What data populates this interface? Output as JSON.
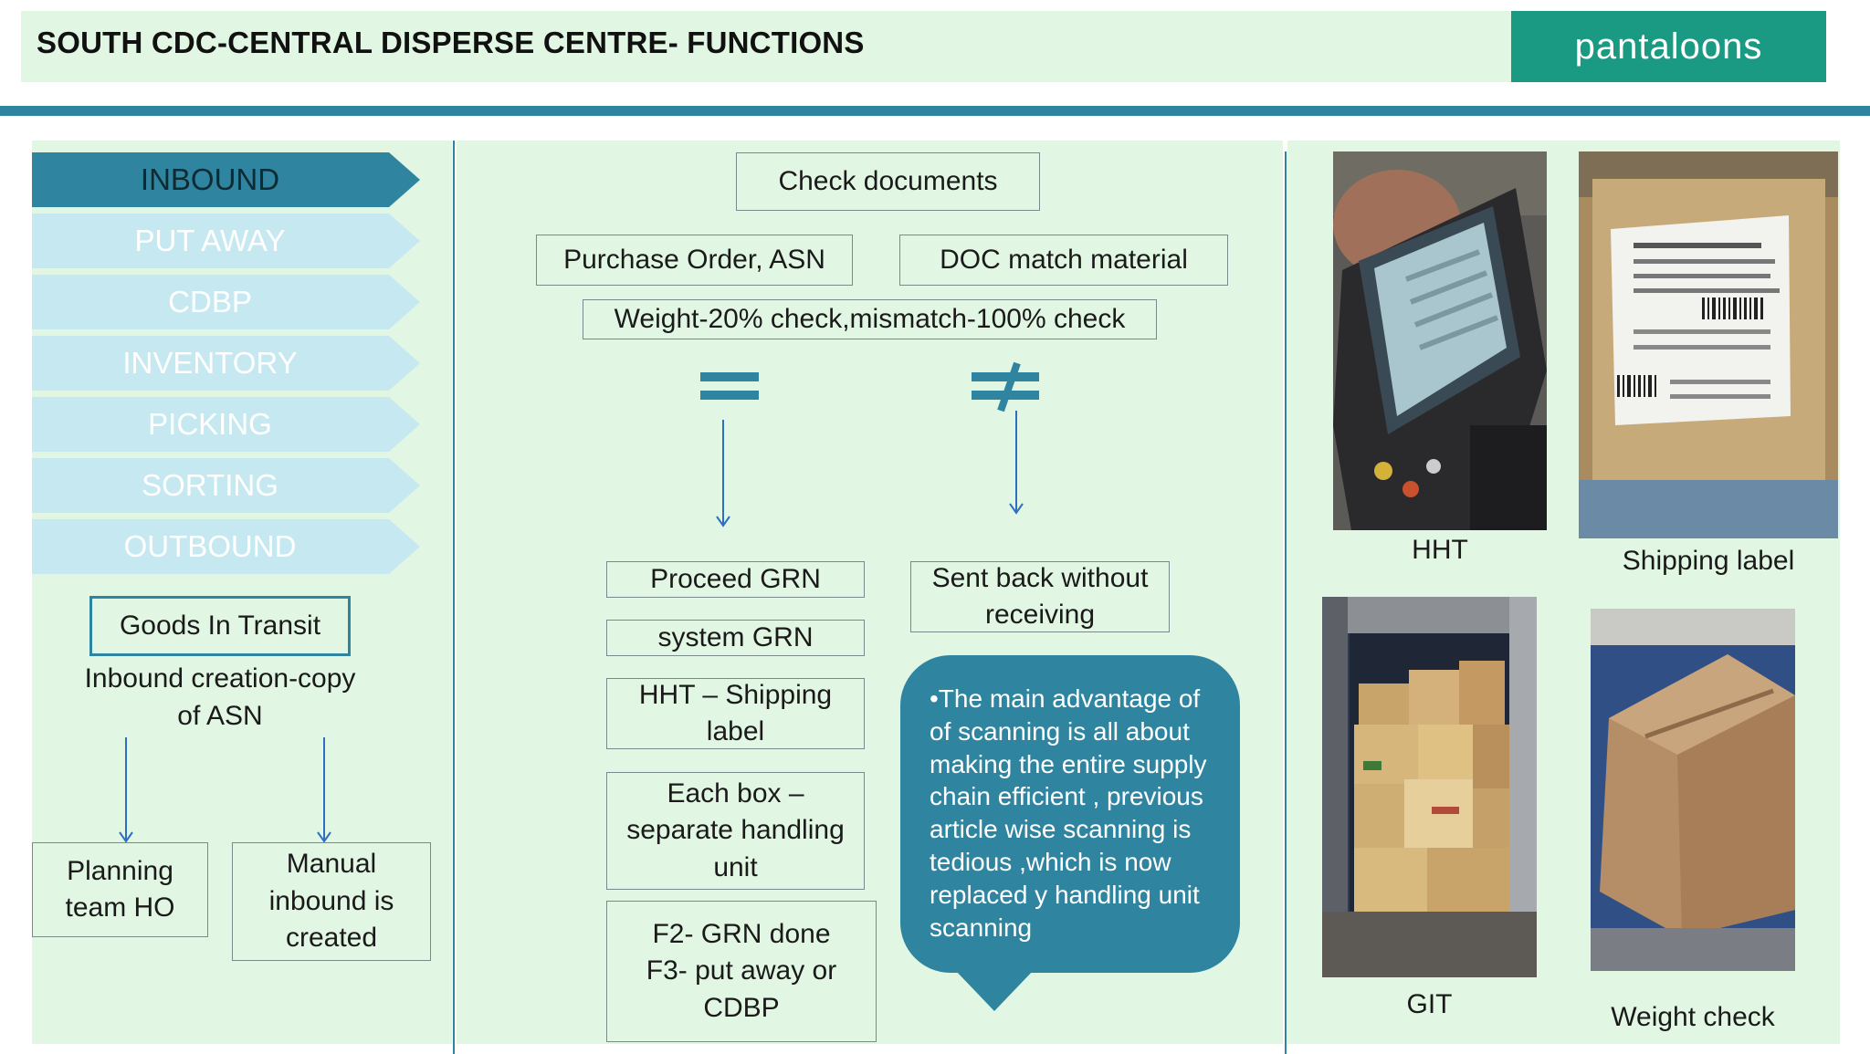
{
  "header": {
    "title": "SOUTH CDC-CENTRAL DISPERSE CENTRE- FUNCTIONS",
    "brand": "pantaloons"
  },
  "process_steps": [
    {
      "label": "INBOUND",
      "active": true
    },
    {
      "label": "PUT AWAY",
      "active": false
    },
    {
      "label": "CDBP",
      "active": false
    },
    {
      "label": "INVENTORY",
      "active": false
    },
    {
      "label": "PICKING",
      "active": false
    },
    {
      "label": "SORTING",
      "active": false
    },
    {
      "label": "OUTBOUND",
      "active": false
    }
  ],
  "left": {
    "goods_in_transit": "Goods  In Transit",
    "inbound_creation_line1": "Inbound creation-copy",
    "inbound_creation_line2": "of  ASN",
    "planning_line1": "Planning",
    "planning_line2": "team HO",
    "manual_line1": "Manual",
    "manual_line2": "inbound is",
    "manual_line3": "created"
  },
  "middle": {
    "check_documents": "Check documents",
    "purchase_order": "Purchase Order, ASN",
    "doc_match": "DOC match material",
    "weight_check": "Weight-20% check,mismatch-100% check",
    "equal_symbol": "=",
    "not_equal_symbol": "≠",
    "proceed_grn": "Proceed GRN",
    "system_grn": "system GRN",
    "hht_line1": "HHT – Shipping",
    "hht_line2": "label",
    "each_box_line1": "Each box –",
    "each_box_line2": "separate handling",
    "each_box_line3": "unit",
    "f2_line1": "F2- GRN done",
    "f2_line2": "F3- put away or",
    "f2_line3": "CDBP",
    "sent_back_line1": "Sent back without",
    "sent_back_line2": "receiving",
    "bubble": "•The main  advantage of of scanning is all about making the entire supply chain efficient , previous article wise scanning is tedious ,which is now replaced y handling unit scanning"
  },
  "right": {
    "hht_caption": "HHT",
    "shipping_label_caption": "Shipping label",
    "git_caption": "GIT",
    "weight_check_caption": "Weight  check"
  },
  "colors": {
    "panel_bg": "#e2f7e3",
    "accent": "#2f85a0",
    "chevron_inactive": "#c6e9f1",
    "brand_bg": "#1a9a82"
  }
}
